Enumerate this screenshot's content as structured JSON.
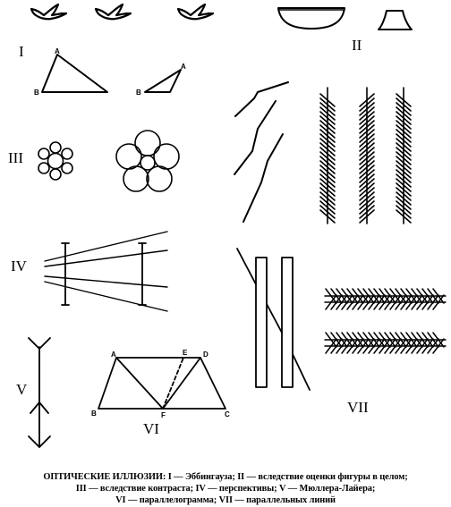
{
  "figures": {
    "I": {
      "label": "I",
      "vertex_labels": {
        "A": "A",
        "B": "B"
      }
    },
    "II": {
      "label": "II"
    },
    "III": {
      "label": "III"
    },
    "IV": {
      "label": "IV"
    },
    "V": {
      "label": "V"
    },
    "VI": {
      "label": "VI",
      "vertex_labels": {
        "A": "A",
        "E": "E",
        "D": "D",
        "B": "B",
        "F": "F",
        "C": "C"
      }
    },
    "VII": {
      "label": "VII"
    }
  },
  "caption": {
    "line1": "ОПТИЧЕСКИЕ ИЛЛЮЗИИ: I — Эббингауза; II — вследствие оценки фигуры в целом;",
    "line2": "III — вследствие контраста; IV — перспективы; V — Мюллера-Лайера;",
    "line3": "VI — параллелограмма; VII — параллельных линий"
  }
}
